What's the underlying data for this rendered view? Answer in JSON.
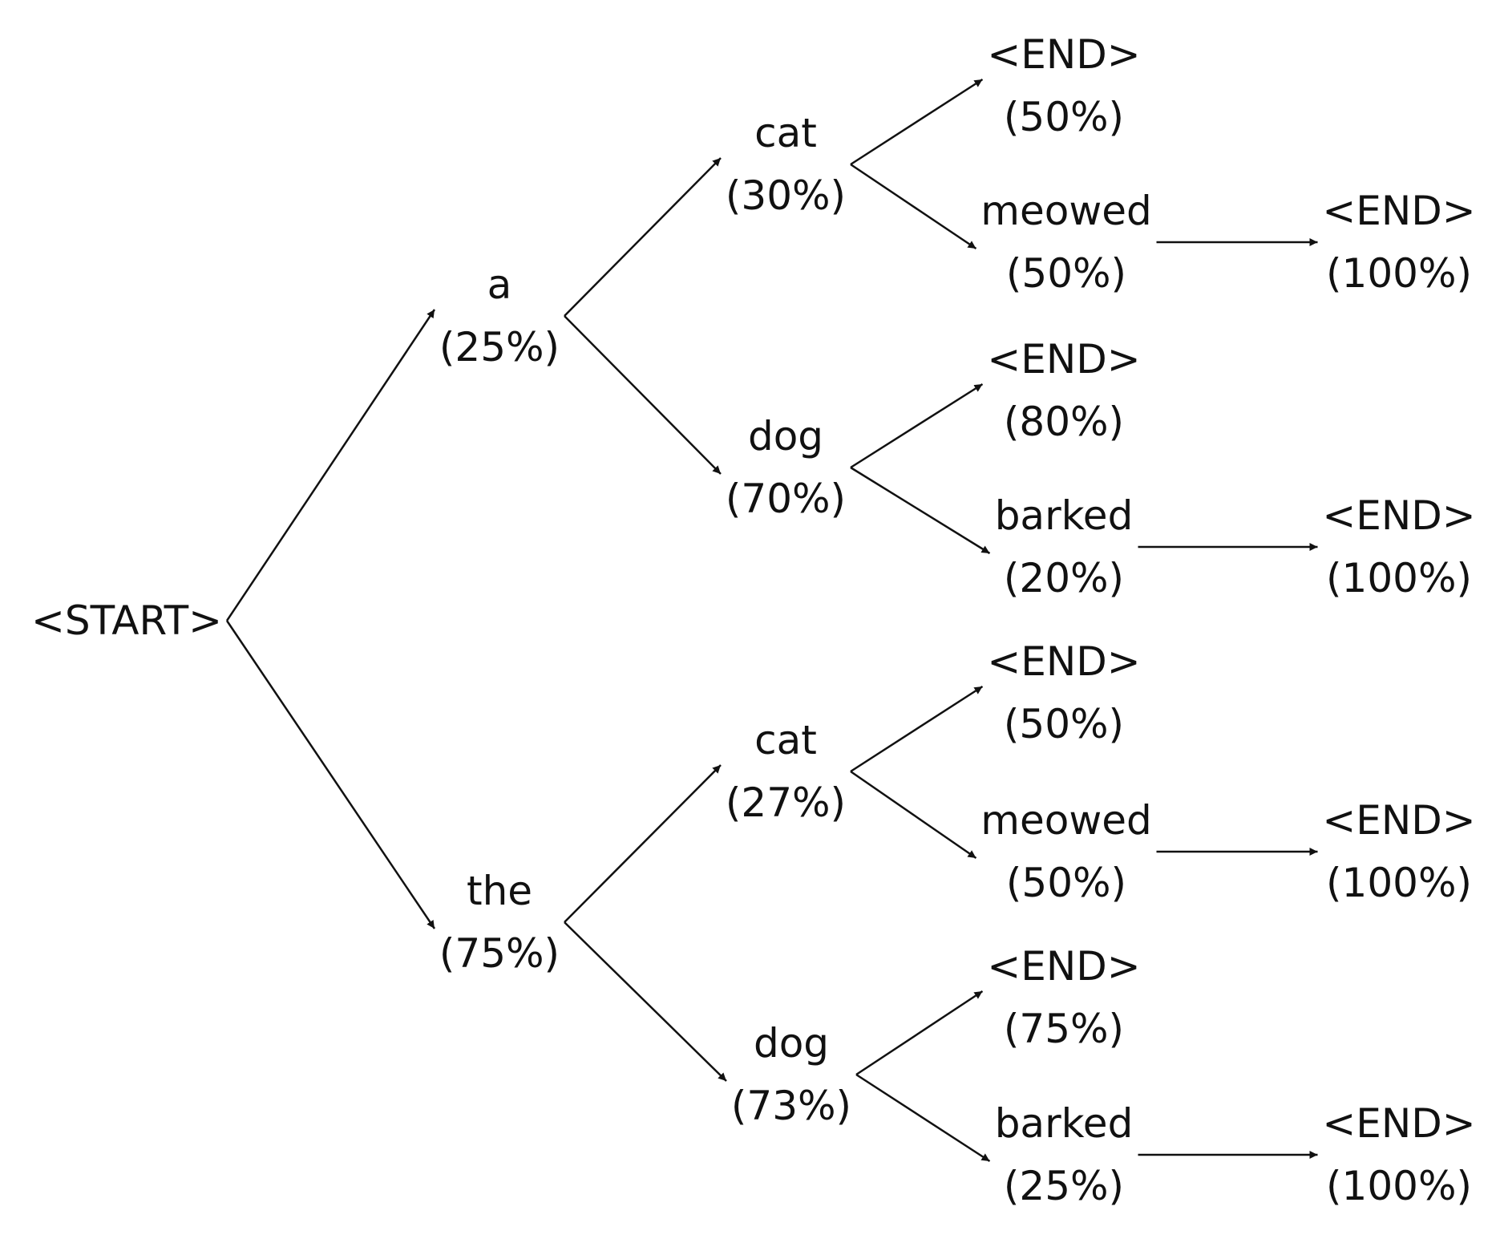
{
  "colors": {
    "text": "#111111",
    "edge": "#111111",
    "background": "#ffffff"
  },
  "nodes": {
    "start": {
      "word": "<START>"
    },
    "a": {
      "word": "a",
      "prob": "(25%)"
    },
    "the": {
      "word": "the",
      "prob": "(75%)"
    },
    "a_cat": {
      "word": "cat",
      "prob": "(30%)"
    },
    "a_dog": {
      "word": "dog",
      "prob": "(70%)"
    },
    "the_cat": {
      "word": "cat",
      "prob": "(27%)"
    },
    "the_dog": {
      "word": "dog",
      "prob": "(73%)"
    },
    "a_cat_end": {
      "word": "<END>",
      "prob": "(50%)"
    },
    "a_cat_meowed": {
      "word": "meowed",
      "prob": "(50%)"
    },
    "a_dog_end": {
      "word": "<END>",
      "prob": "(80%)"
    },
    "a_dog_barked": {
      "word": "barked",
      "prob": "(20%)"
    },
    "the_cat_end": {
      "word": "<END>",
      "prob": "(50%)"
    },
    "the_cat_meowed": {
      "word": "meowed",
      "prob": "(50%)"
    },
    "the_dog_end": {
      "word": "<END>",
      "prob": "(75%)"
    },
    "the_dog_barked": {
      "word": "barked",
      "prob": "(25%)"
    },
    "a_cat_meowed_end": {
      "word": "<END>",
      "prob": "(100%)"
    },
    "a_dog_barked_end": {
      "word": "<END>",
      "prob": "(100%)"
    },
    "the_cat_meowed_end": {
      "word": "<END>",
      "prob": "(100%)"
    },
    "the_dog_barked_end": {
      "word": "<END>",
      "prob": "(100%)"
    }
  },
  "edges": [
    [
      "start",
      "a"
    ],
    [
      "start",
      "the"
    ],
    [
      "a",
      "a_cat"
    ],
    [
      "a",
      "a_dog"
    ],
    [
      "the",
      "the_cat"
    ],
    [
      "the",
      "the_dog"
    ],
    [
      "a_cat",
      "a_cat_end"
    ],
    [
      "a_cat",
      "a_cat_meowed"
    ],
    [
      "a_dog",
      "a_dog_end"
    ],
    [
      "a_dog",
      "a_dog_barked"
    ],
    [
      "the_cat",
      "the_cat_end"
    ],
    [
      "the_cat",
      "the_cat_meowed"
    ],
    [
      "the_dog",
      "the_dog_end"
    ],
    [
      "the_dog",
      "the_dog_barked"
    ],
    [
      "a_cat_meowed",
      "a_cat_meowed_end"
    ],
    [
      "a_dog_barked",
      "a_dog_barked_end"
    ],
    [
      "the_cat_meowed",
      "the_cat_meowed_end"
    ],
    [
      "the_dog_barked",
      "the_dog_barked_end"
    ]
  ]
}
